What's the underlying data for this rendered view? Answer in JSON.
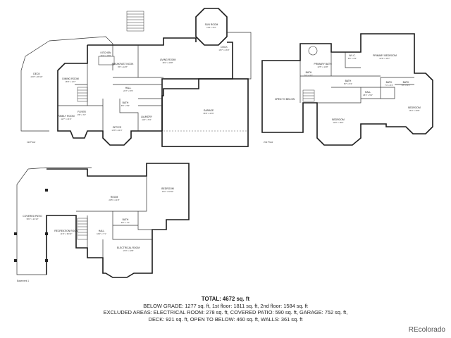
{
  "floors": {
    "first_label": "1st Floor",
    "second_label": "2nd Floor",
    "basement_label": "Basement 1"
  },
  "rooms": {
    "sun_room": {
      "name": "SUN ROOM",
      "dim": "13'4\" x 8'2\""
    },
    "deck": {
      "name": "DECK",
      "dim": "24'8\" x 36'10\""
    },
    "deck_right": {
      "name": "DECK",
      "dim": "16'7\" x 16'3\""
    },
    "kitchen": {
      "name": "KITCHEN",
      "dim": "14'4\" x 19'9\""
    },
    "breakfast": {
      "name": "BREAKFAST NOOK",
      "dim": "9'8\" x 12'8\""
    },
    "living": {
      "name": "LIVING ROOM",
      "dim": "18'4\" x 20'8\""
    },
    "dining": {
      "name": "DINING ROOM",
      "dim": "16'8\" x 14'7\""
    },
    "hall1": {
      "name": "HALL",
      "dim": "22'7\" x 5'9\""
    },
    "family": {
      "name": "FAMILY ROOM",
      "dim": "12'7\" x 21'4\""
    },
    "foyer": {
      "name": "FOYER",
      "dim": "9'8\" x 7'4\""
    },
    "bath1": {
      "name": "BATH",
      "dim": "8'5\" x 5'9\""
    },
    "laundry": {
      "name": "LAUNDRY",
      "dim": "11'9\" x 5'3\""
    },
    "office": {
      "name": "OFFICE",
      "dim": "12'8\" x 11'4\""
    },
    "garage": {
      "name": "GARAGE",
      "dim": "36'8\" x 22'9\""
    },
    "open_below": {
      "name": "OPEN TO BELOW",
      "dim": ""
    },
    "primary_bath": {
      "name": "PRIMARY BATH",
      "dim": "13'5\" x 14'8\""
    },
    "wic": {
      "name": "W.I.C.",
      "dim": "8'6\" x 6'9\""
    },
    "primary_bed": {
      "name": "PRIMARY BEDROOM",
      "dim": "22'8\" x 16'7\""
    },
    "bath2a": {
      "name": "BATH",
      "dim": "5'7\" x 5'7\""
    },
    "bath2b": {
      "name": "BATH",
      "dim": "8'7\" x 5'4\""
    },
    "hall2": {
      "name": "HALL",
      "dim": "18'4\" x 5'9\""
    },
    "bed2": {
      "name": "BEDROOM",
      "dim": "12'9\" x 18'2\""
    },
    "bath2c": {
      "name": "BATH",
      "dim": "7'4\" x 8'4\""
    },
    "bath2d": {
      "name": "BATH",
      "dim": "8'5\" x 5'3\""
    },
    "bed3": {
      "name": "BEDROOM",
      "dim": "16'4\" x 20'8\""
    },
    "room_b": {
      "name": "ROOM",
      "dim": "20'5\" x 21'8\""
    },
    "bed_b": {
      "name": "BEDROOM",
      "dim": "16'2\" x 18'11\""
    },
    "covered_patio": {
      "name": "COVERED PATIO",
      "dim": "36'3\" x 21'10\""
    },
    "rec_room": {
      "name": "RECREATION ROOM",
      "dim": "11'9\" x 36'10\""
    },
    "bath_b": {
      "name": "BATH",
      "dim": "8'6\" x 7'1\""
    },
    "hall_b": {
      "name": "HALL",
      "dim": "16'3\" x 7'1\""
    },
    "electrical": {
      "name": "ELECTRICAL ROOM",
      "dim": "17'0\" x 13'8\""
    }
  },
  "summary": {
    "total": "TOTAL: 4672 sq. ft",
    "line1": "BELOW GRADE: 1277 sq. ft, 1st floor: 1811 sq. ft, 2nd floor: 1584 sq. ft",
    "line2": "EXCLUDED AREAS: ELECTRICAL ROOM: 278 sq. ft, COVERED PATIO: 590 sq. ft, GARAGE: 752 sq. ft,",
    "line3": "DECK: 921 sq. ft, OPEN TO BELOW: 460 sq. ft, WALLS: 361 sq. ft"
  },
  "watermark": "REcolorado"
}
